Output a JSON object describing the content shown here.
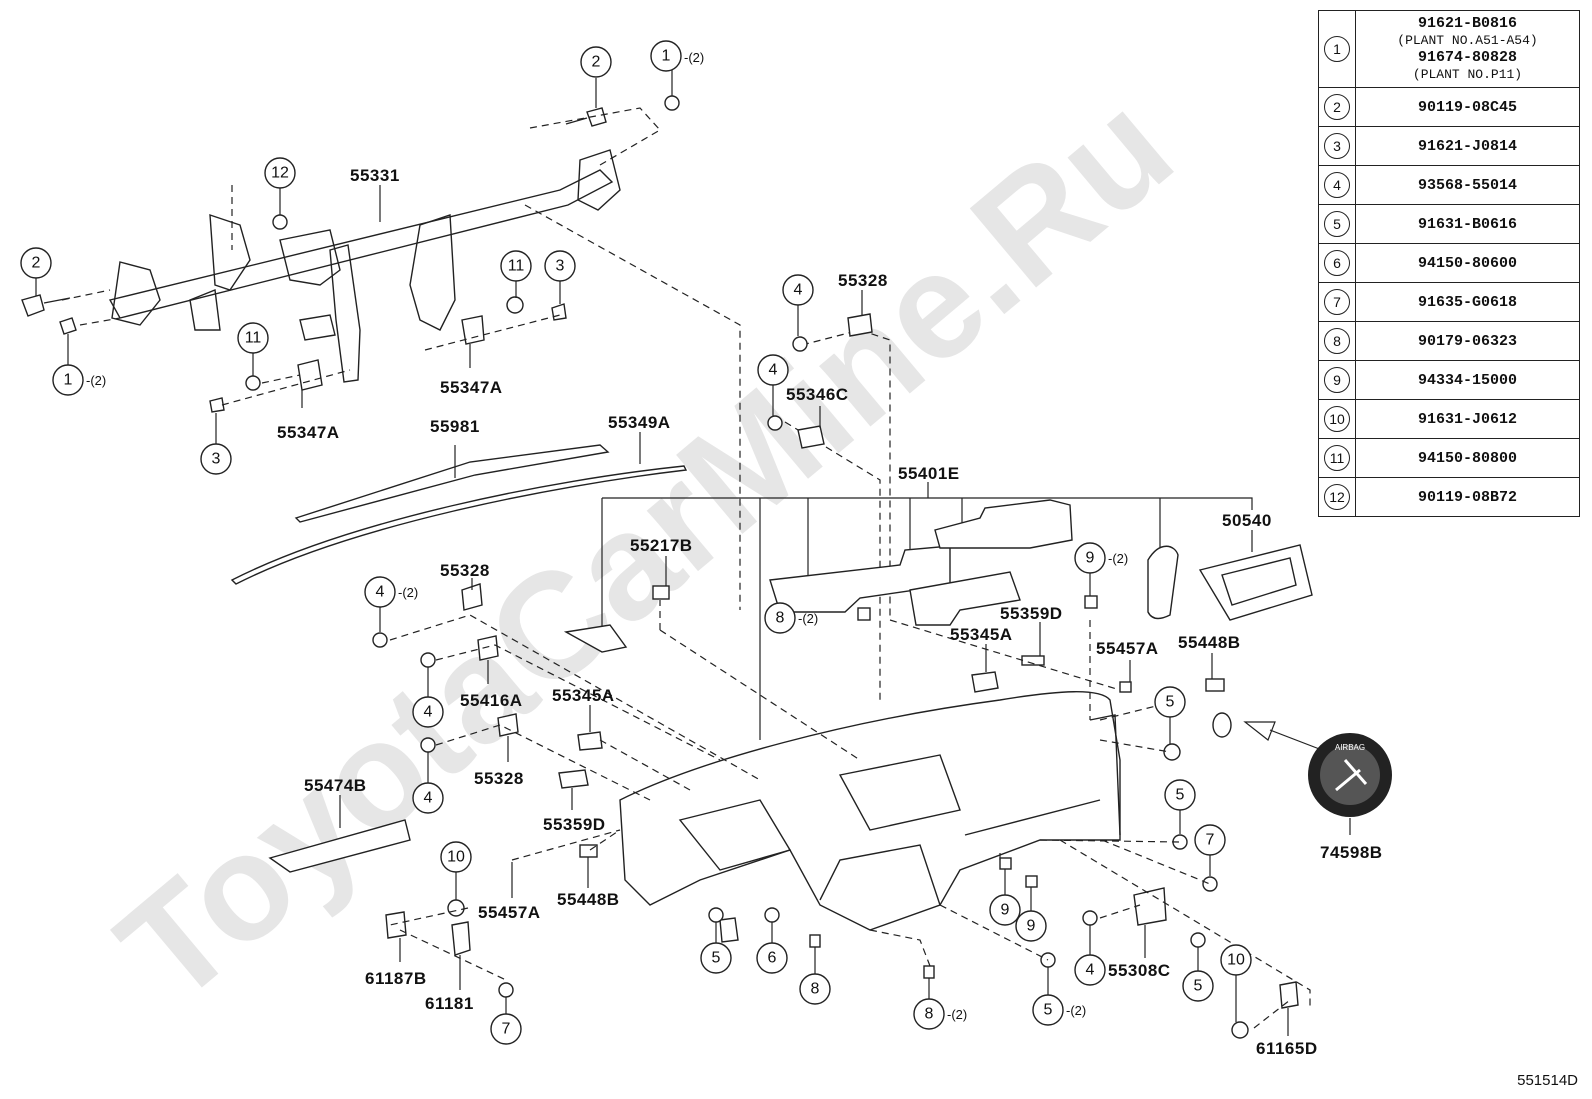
{
  "watermark": "ToyotaCarMine.Ru",
  "figure_id": "551514D",
  "legend": [
    {
      "num": "1",
      "lines": [
        "91621-B0816",
        "(PLANT NO.A51-A54)",
        "91674-80828",
        "(PLANT NO.P11)"
      ]
    },
    {
      "num": "2",
      "lines": [
        "90119-08C45"
      ]
    },
    {
      "num": "3",
      "lines": [
        "91621-J0814"
      ]
    },
    {
      "num": "4",
      "lines": [
        "93568-55014"
      ]
    },
    {
      "num": "5",
      "lines": [
        "91631-B0616"
      ]
    },
    {
      "num": "6",
      "lines": [
        "94150-80600"
      ]
    },
    {
      "num": "7",
      "lines": [
        "91635-G0618"
      ]
    },
    {
      "num": "8",
      "lines": [
        "90179-06323"
      ]
    },
    {
      "num": "9",
      "lines": [
        "94334-15000"
      ]
    },
    {
      "num": "10",
      "lines": [
        "91631-J0612"
      ]
    },
    {
      "num": "11",
      "lines": [
        "94150-80800"
      ]
    },
    {
      "num": "12",
      "lines": [
        "90119-08B72"
      ]
    }
  ],
  "part_labels": {
    "p55331": "55331",
    "p55347a_1": "55347A",
    "p55347a_2": "55347A",
    "p55981": "55981",
    "p55349a": "55349A",
    "p55328_1": "55328",
    "p55328_2": "55328",
    "p55328_3": "55328",
    "p55346c": "55346C",
    "p55401e": "55401E",
    "p50540": "50540",
    "p55217b": "55217B",
    "p55359d_1": "55359D",
    "p55359d_2": "55359D",
    "p55345a_1": "55345A",
    "p55345a_2": "55345A",
    "p55457a_1": "55457A",
    "p55457a_2": "55457A",
    "p55448b_1": "55448B",
    "p55448b_2": "55448B",
    "p55416a": "55416A",
    "p55474b": "55474B",
    "p61187b": "61187B",
    "p61181": "61181",
    "p55308c": "55308C",
    "p61165d": "61165D",
    "p74598b": "74598B"
  },
  "qty_note": "-(2)",
  "airbag_text": "AIRBAG"
}
